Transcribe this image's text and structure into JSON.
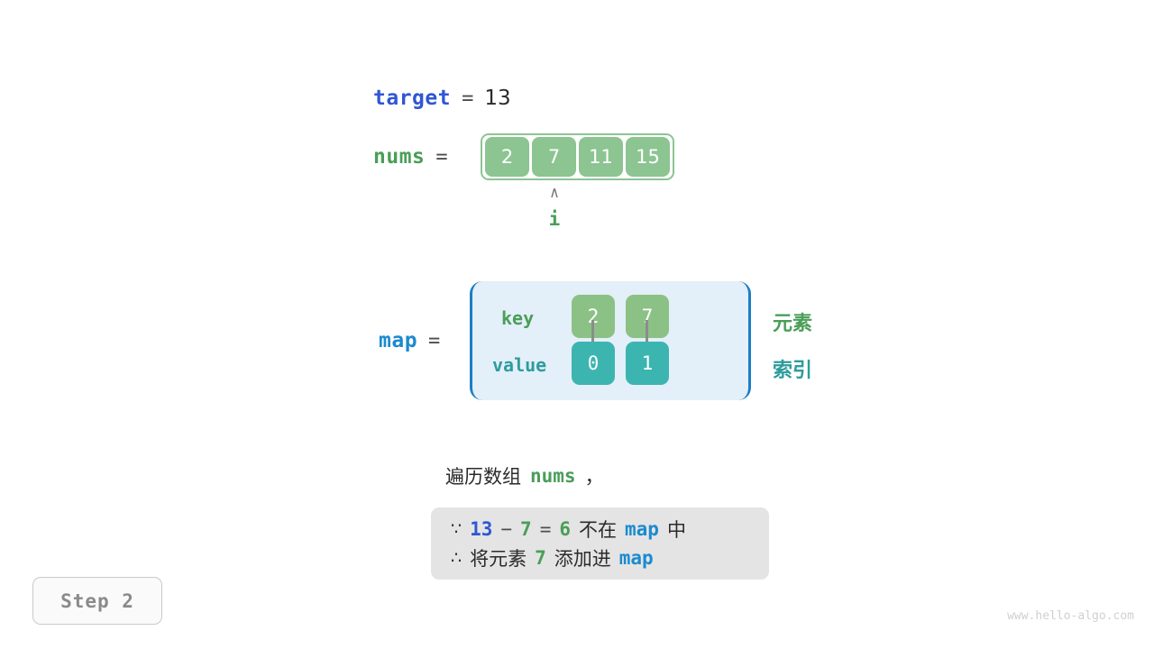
{
  "target": {
    "name": "target",
    "equals": "=",
    "value": "13"
  },
  "nums": {
    "name": "nums",
    "equals": "=",
    "cells": [
      "2",
      "7",
      "11",
      "15"
    ]
  },
  "pointer": {
    "caret": "∧",
    "label": "i",
    "index": 1
  },
  "map": {
    "name": "map",
    "equals": "=",
    "key_row_label": "key",
    "value_row_label": "value",
    "keys": [
      "2",
      "7"
    ],
    "values": [
      "0",
      "1"
    ],
    "side_labels": {
      "element": "元素",
      "index": "索引"
    }
  },
  "caption": {
    "prefix": "遍历数组",
    "var": "nums",
    "suffix": "，"
  },
  "note": {
    "line1": {
      "symbol": "∵",
      "a": "13",
      "minus": "−",
      "b": "7",
      "eq": "=",
      "result": "6",
      "text_mid": "不在",
      "map_word": "map",
      "text_end": "中"
    },
    "line2": {
      "symbol": "∴",
      "text_start": "将元素",
      "value": "7",
      "text_mid": "添加进",
      "map_word": "map"
    }
  },
  "step_badge": "Step 2",
  "watermark": "www.hello-algo.com",
  "colors": {
    "target_blue": "#2f56d4",
    "map_blue": "#1b8ad0",
    "nums_green": "#4a9e58",
    "cell_green": "#8cc492",
    "key_green": "#8cc185",
    "value_teal": "#3cb5b0",
    "map_bg": "#e3eff9",
    "map_border": "#1b7ec4",
    "note_bg": "#e4e4e4",
    "arrow_gray": "#8c8c8c"
  }
}
